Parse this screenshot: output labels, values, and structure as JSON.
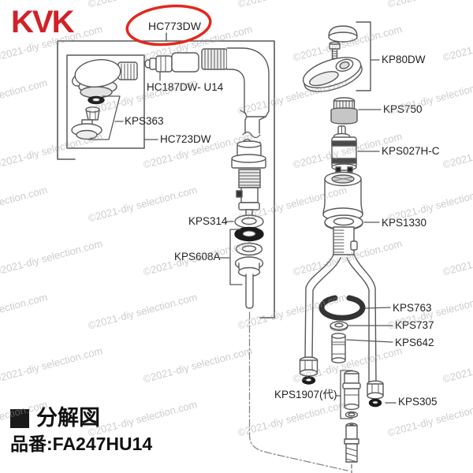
{
  "brand": {
    "logo": "KVK",
    "logo_color": "#d22128"
  },
  "highlight": {
    "circled_part": "HC773DW",
    "circle_color": "#e3281e"
  },
  "parts": {
    "hc773dw": "HC773DW",
    "hc187dw_u14": "HC187DW- U14",
    "kps363": "KPS363",
    "hc723dw": "HC723DW",
    "kps314": "KPS314",
    "kps608a": "KPS608A",
    "kp80dw": "KP80DW",
    "kps750": "KPS750",
    "kps027hc": "KPS027H-C",
    "kps1330": "KPS1330",
    "kps763": "KPS763",
    "kps737": "KPS737",
    "kps642": "KPS642",
    "kps1907": "KPS1907(代)",
    "kps305": "KPS305"
  },
  "title_block": {
    "diagram_type_label": "分解図",
    "product_code_line": "品番:FA247HU14"
  },
  "watermark": {
    "text": "©2021-diy selection.com"
  }
}
